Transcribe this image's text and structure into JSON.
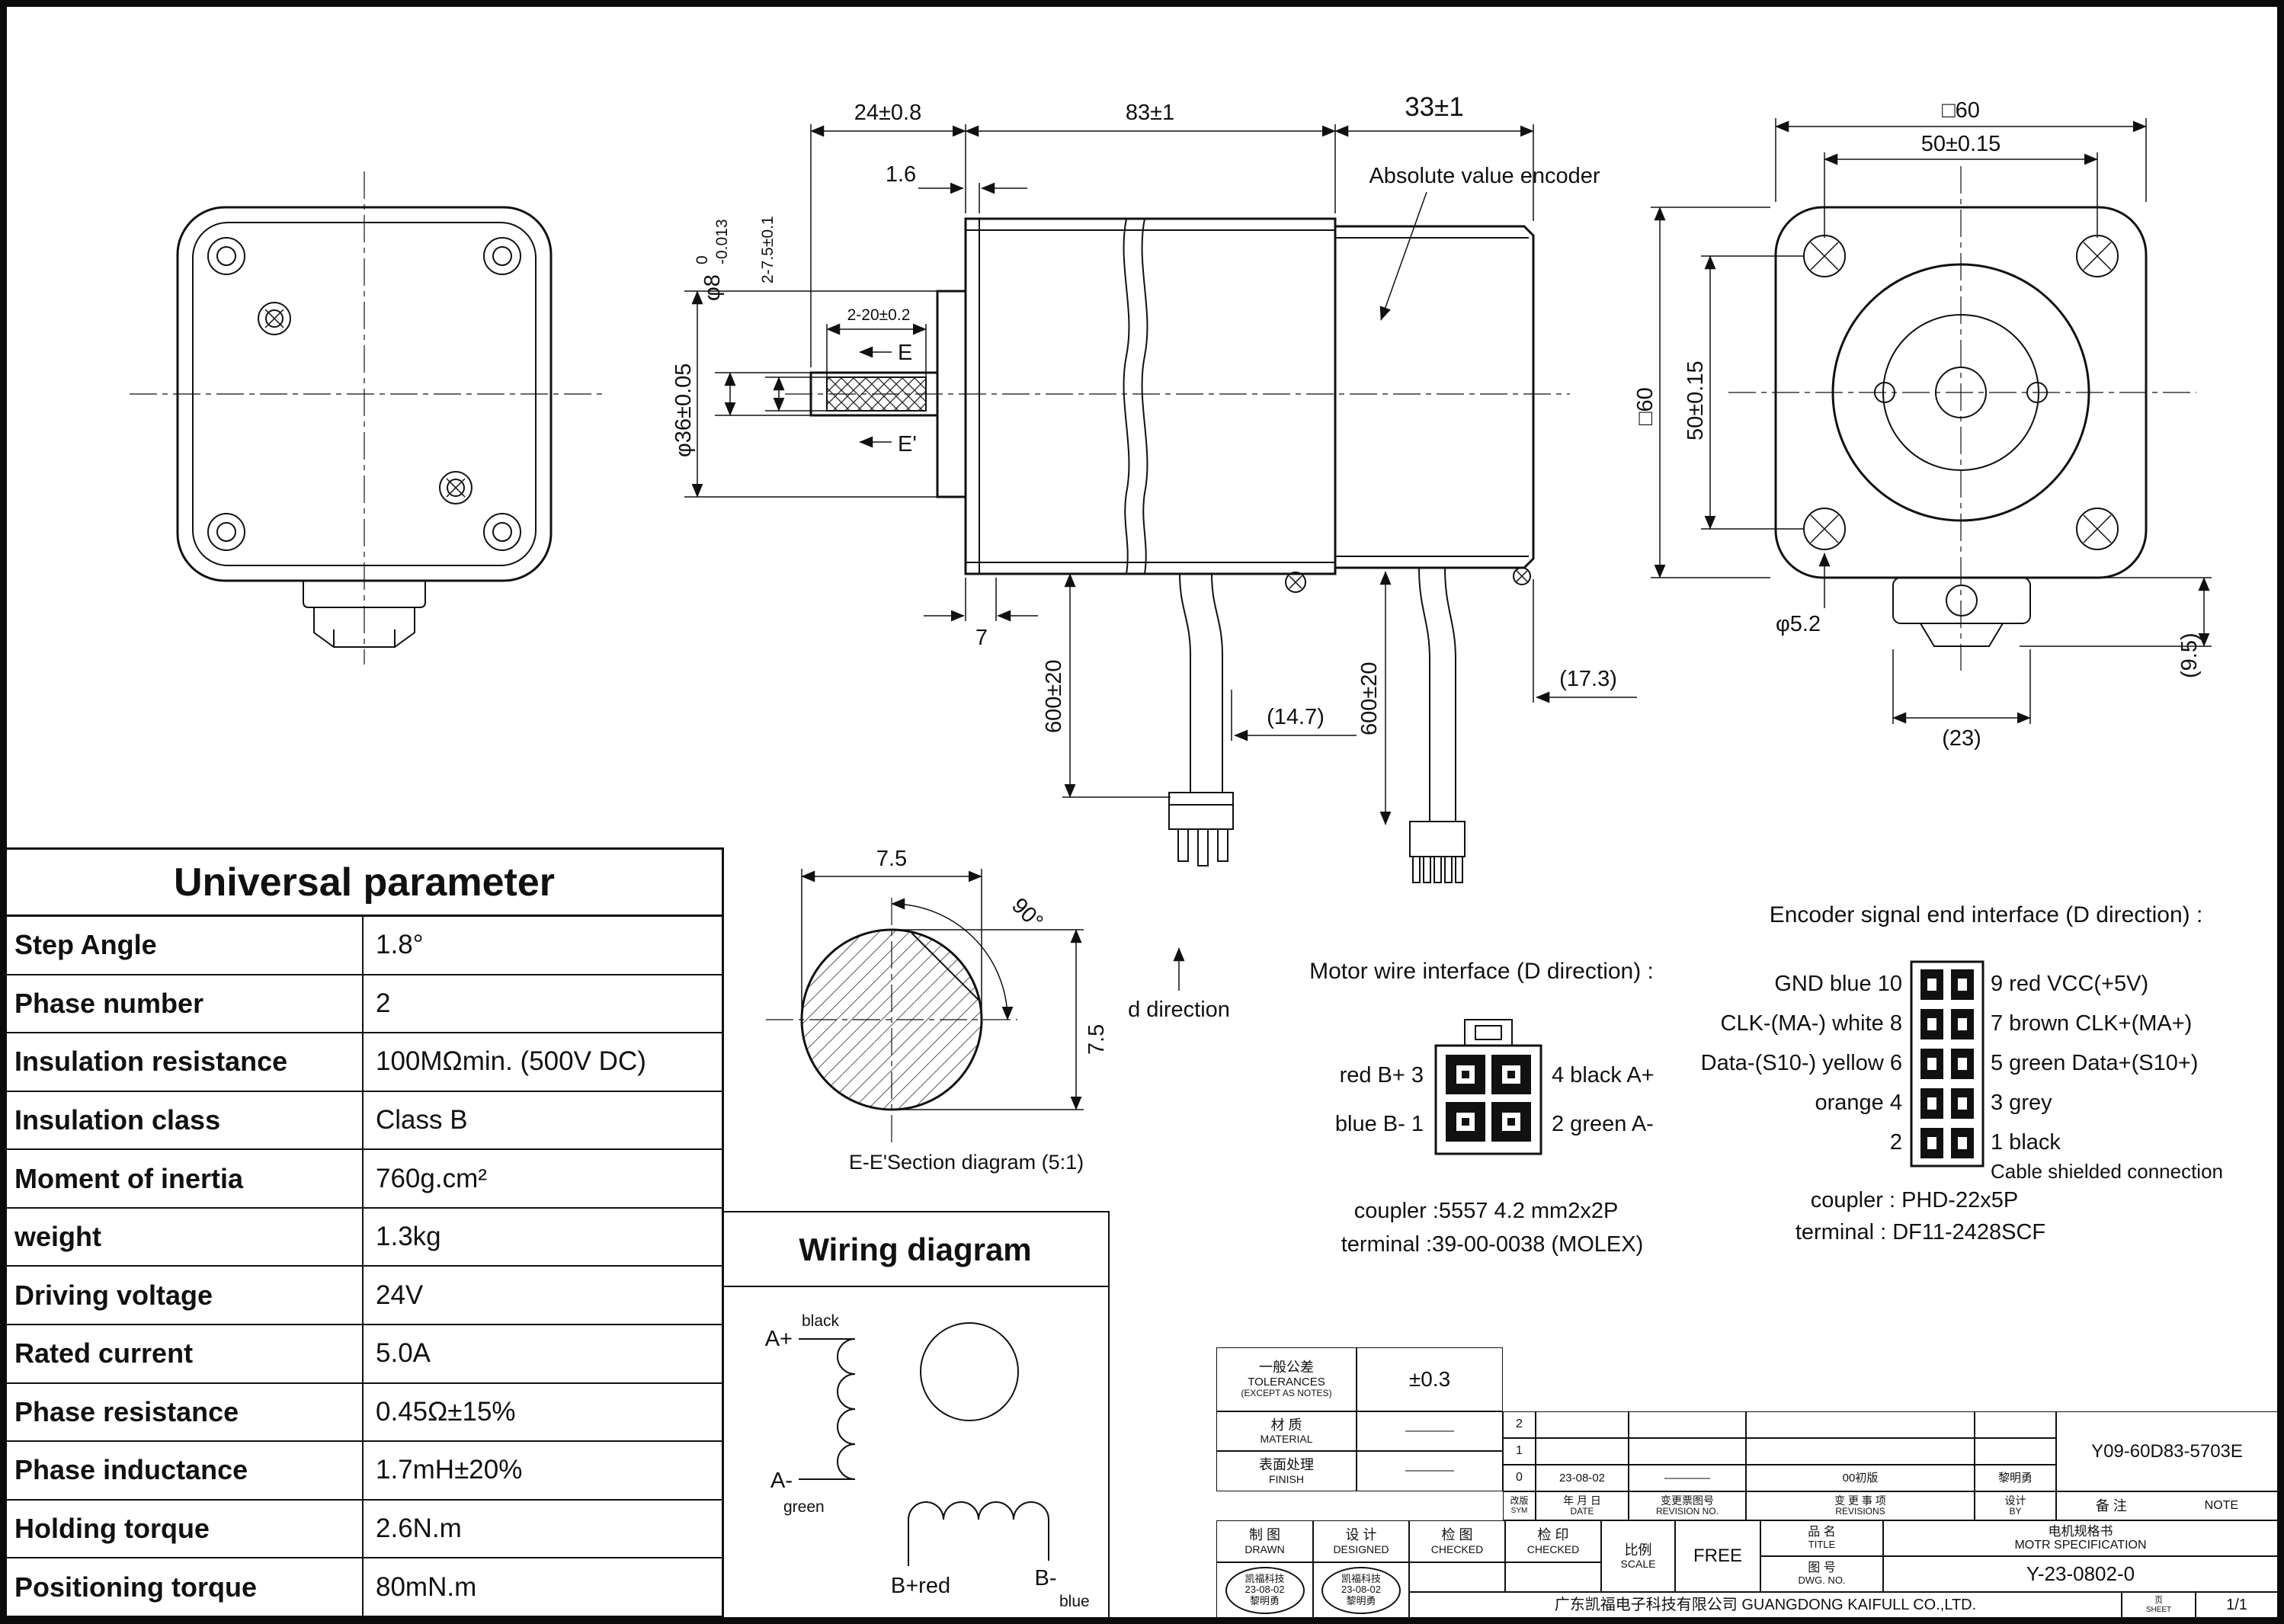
{
  "universal_parameter": {
    "title": "Universal parameter",
    "rows": [
      {
        "label": "Step Angle",
        "value": "1.8°"
      },
      {
        "label": "Phase number",
        "value": "2"
      },
      {
        "label": "Insulation resistance",
        "value": "100MΩmin. (500V DC)"
      },
      {
        "label": "Insulation class",
        "value": "Class B"
      },
      {
        "label": "Moment of inertia",
        "value": "760g.cm²"
      },
      {
        "label": "weight",
        "value": "1.3kg"
      },
      {
        "label": "Driving voltage",
        "value": "24V"
      },
      {
        "label": "Rated current",
        "value": "5.0A"
      },
      {
        "label": "Phase resistance",
        "value": "0.45Ω±15%"
      },
      {
        "label": "Phase inductance",
        "value": "1.7mH±20%"
      },
      {
        "label": "Holding torque",
        "value": "2.6N.m"
      },
      {
        "label": "Positioning torque",
        "value": "80mN.m"
      }
    ]
  },
  "side_view": {
    "encoder_label": "Absolute value encoder",
    "dims": {
      "d24": "24±0.8",
      "d83": "83±1",
      "d33": "33±1",
      "d16": "1.6",
      "shaft_dia": "φ8",
      "shaft_tol_top": "0",
      "shaft_tol_bot": "-0.013",
      "d2_75": "2-7.5±0.1",
      "d36": "φ36±0.05",
      "d2_20": "2-20±0.2",
      "e_mark": "E",
      "e_prime_mark": "E'",
      "d7": "7",
      "cable1_len": "600±20",
      "cable2_len": "600±20",
      "d14_7": "(14.7)",
      "d17_3": "(17.3)"
    }
  },
  "rear_view": {
    "dims": {
      "sq60_top": "□60",
      "d50_top": "50±0.15",
      "sq60_left": "□60",
      "d50_left": "50±0.15",
      "d5_2": "φ5.2",
      "d23": "(23)",
      "d9_5": "(9.5)"
    }
  },
  "section": {
    "d75_h": "7.5",
    "d75_v": "7.5",
    "d90": "90°",
    "caption": "E-E'Section diagram (5:1)",
    "d_direction": "d direction"
  },
  "wiring": {
    "title": "Wiring diagram",
    "a_plus": "A+",
    "a_plus_color": "black",
    "a_minus": "A-",
    "a_minus_color": "green",
    "b_plus": "B+red",
    "b_minus": "B-",
    "b_minus_color": "blue"
  },
  "motor_interface": {
    "title": "Motor wire interface (D direction) :",
    "pin3": "red B+ 3",
    "pin4": "4 black A+",
    "pin1": "blue B- 1",
    "pin2": "2 green A-",
    "coupler": "coupler :5557 4.2 mm2x2P",
    "terminal": "terminal :39-00-0038 (MOLEX)"
  },
  "encoder_interface": {
    "title": "Encoder signal end interface (D direction) :",
    "left": [
      "GND blue 10",
      "CLK-(MA-) white 8",
      "Data-(S10-) yellow 6",
      "orange 4",
      "2"
    ],
    "right": [
      "9 red  VCC(+5V)",
      "7 brown  CLK+(MA+)",
      "5 green  Data+(S10+)",
      "3 grey",
      "1 black"
    ],
    "shield_note": "Cable shielded connection",
    "coupler": "coupler : PHD-22x5P",
    "terminal": "terminal : DF11-2428SCF"
  },
  "title_block": {
    "tolerance_cn": "一般公差",
    "tolerance_en1": "TOLERANCES",
    "tolerance_en2": "(EXCEPT AS NOTES)",
    "tolerance_value": "±0.3",
    "material_cn": "材  质",
    "material_en": "MATERIAL",
    "material_value": "————",
    "finish_cn": "表面处理",
    "finish_en": "FINISH",
    "finish_value": "————",
    "rev_rows": [
      {
        "sym": "2",
        "date": "",
        "rev_no": "",
        "revisions": "",
        "by": ""
      },
      {
        "sym": "1",
        "date": "",
        "rev_no": "",
        "revisions": "",
        "by": ""
      },
      {
        "sym": "0",
        "date": "23-08-02",
        "rev_no": "————",
        "revisions": "00初版",
        "by": "黎明勇"
      }
    ],
    "rev_headers": {
      "sym_cn": "改版",
      "sym_en": "SYM",
      "date_cn": "年 月 日",
      "date_en": "DATE",
      "revno_cn": "变更票图号",
      "revno_en": "REVISION NO.",
      "revisions_cn": "变 更 事 项",
      "revisions_en": "REVISIONS",
      "by_cn": "设计",
      "by_en": "BY"
    },
    "part_no": "Y09-60D83-5703E",
    "note_cn": "备  注",
    "note_en": "NOTE",
    "drawn_cn": "制  图",
    "drawn_en": "DRAWN",
    "designed_cn": "设  计",
    "designed_en": "DESIGNED",
    "checked1_cn": "检  图",
    "checked1_en": "CHECKED",
    "checked2_cn": "检  印",
    "checked2_en": "CHECKED",
    "stamp1_line1": "凯福科技",
    "stamp1_line2": "23-08-02",
    "stamp1_line3": "黎明勇",
    "stamp2_line1": "凯福科技",
    "stamp2_line2": "23-08-02",
    "stamp2_line3": "黎明勇",
    "scale_cn": "比例",
    "scale_en": "SCALE",
    "scale_value": "FREE",
    "title_cn": "品  名",
    "title_en": "TITLE",
    "title_value_cn": "电机规格书",
    "title_value_en": "MOTR SPECIFICATION",
    "dwg_cn": "图  号",
    "dwg_en": "DWG. NO.",
    "dwg_value": "Y-23-0802-0",
    "company": "广东凯福电子科技有限公司 GUANGDONG KAIFULL CO.,LTD.",
    "sheet_cn": "页",
    "sheet_en": "SHEET",
    "sheet_value": "1/1"
  }
}
